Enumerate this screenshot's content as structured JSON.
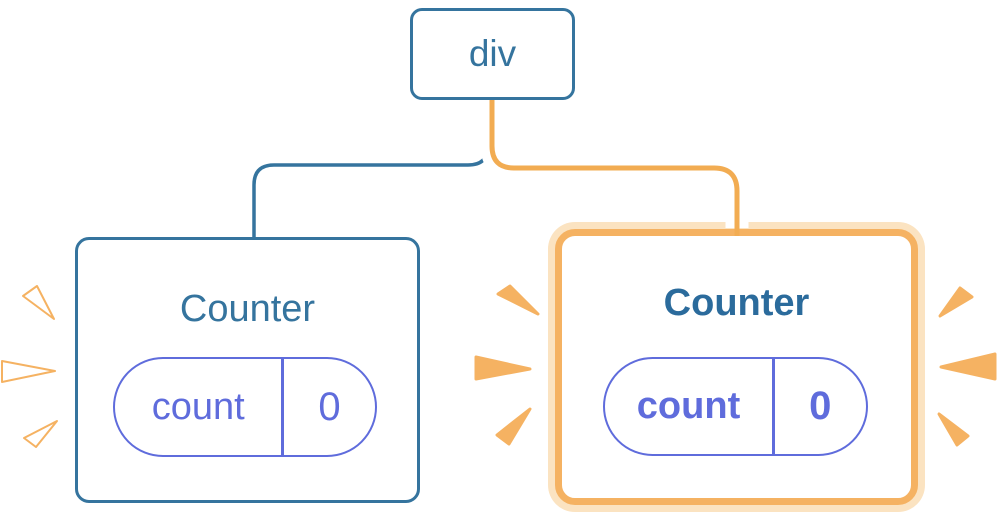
{
  "colors": {
    "blue": "#35749E",
    "blue_bold": "#2B6B9C",
    "purple": "#5F6CDC",
    "amber": "#F5B262",
    "amber_pale": "#FBE3C1",
    "amber_line": "#F2AC52"
  },
  "root_node": {
    "label": "div"
  },
  "counters": [
    {
      "title": "Counter",
      "state": {
        "key": "count",
        "value": "0"
      },
      "highlighted": false
    },
    {
      "title": "Counter",
      "state": {
        "key": "count",
        "value": "0"
      },
      "highlighted": true
    }
  ]
}
